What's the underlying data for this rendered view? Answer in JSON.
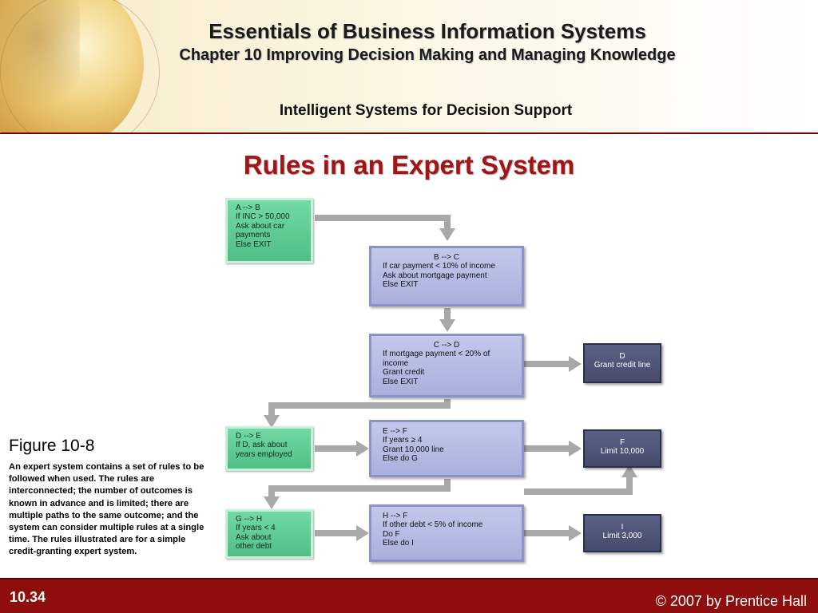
{
  "header": {
    "title": "Essentials of Business Information Systems",
    "subtitle": "Chapter 10 Improving Decision Making and Managing Knowledge",
    "section": "Intelligent Systems for Decision Support"
  },
  "slide_title": "Rules in an Expert System",
  "figure": {
    "label": "Figure 10-8",
    "description": "An expert system contains a set of rules to be followed when used. The rules are interconnected; the number of outcomes is known in advance and is limited; there are multiple paths to the same outcome; and the system can consider multiple rules at a single time. The rules illustrated are for a simple  credit-granting expert system."
  },
  "rules": {
    "ab": [
      "A --> B",
      "If INC > 50,000",
      "Ask about car",
      "payments",
      "Else EXIT"
    ],
    "bc": [
      "B --> C",
      "If car payment < 10% of income",
      "Ask about mortgage payment",
      "Else EXIT"
    ],
    "cd": [
      "C --> D",
      "If mortgage payment < 20% of",
      "income",
      "Grant credit",
      "Else EXIT"
    ],
    "d": [
      "D",
      "Grant credit line"
    ],
    "de": [
      "D --> E",
      "If D, ask about",
      "years employed"
    ],
    "ef": [
      "E --> F",
      "If years ≥ 4",
      "Grant 10,000 line",
      "Else do G"
    ],
    "f": [
      "F",
      "Limit 10,000"
    ],
    "gh": [
      "G --> H",
      "If years < 4",
      "Ask about",
      "other debt"
    ],
    "hf": [
      "H --> F",
      "If other debt < 5% of income",
      "Do F",
      "Else do I"
    ],
    "i": [
      "I",
      "Limit 3,000"
    ]
  },
  "colors": {
    "green_box": "#5fcb92",
    "lavender_box": "#b6bbe3",
    "dark_box": "#51577a",
    "arrow": "#a8a8a8",
    "title_red": "#a31515",
    "footer": "#8e0d0d"
  },
  "footer": {
    "slide_number": "10.34",
    "copyright": "© 2007 by Prentice Hall"
  }
}
